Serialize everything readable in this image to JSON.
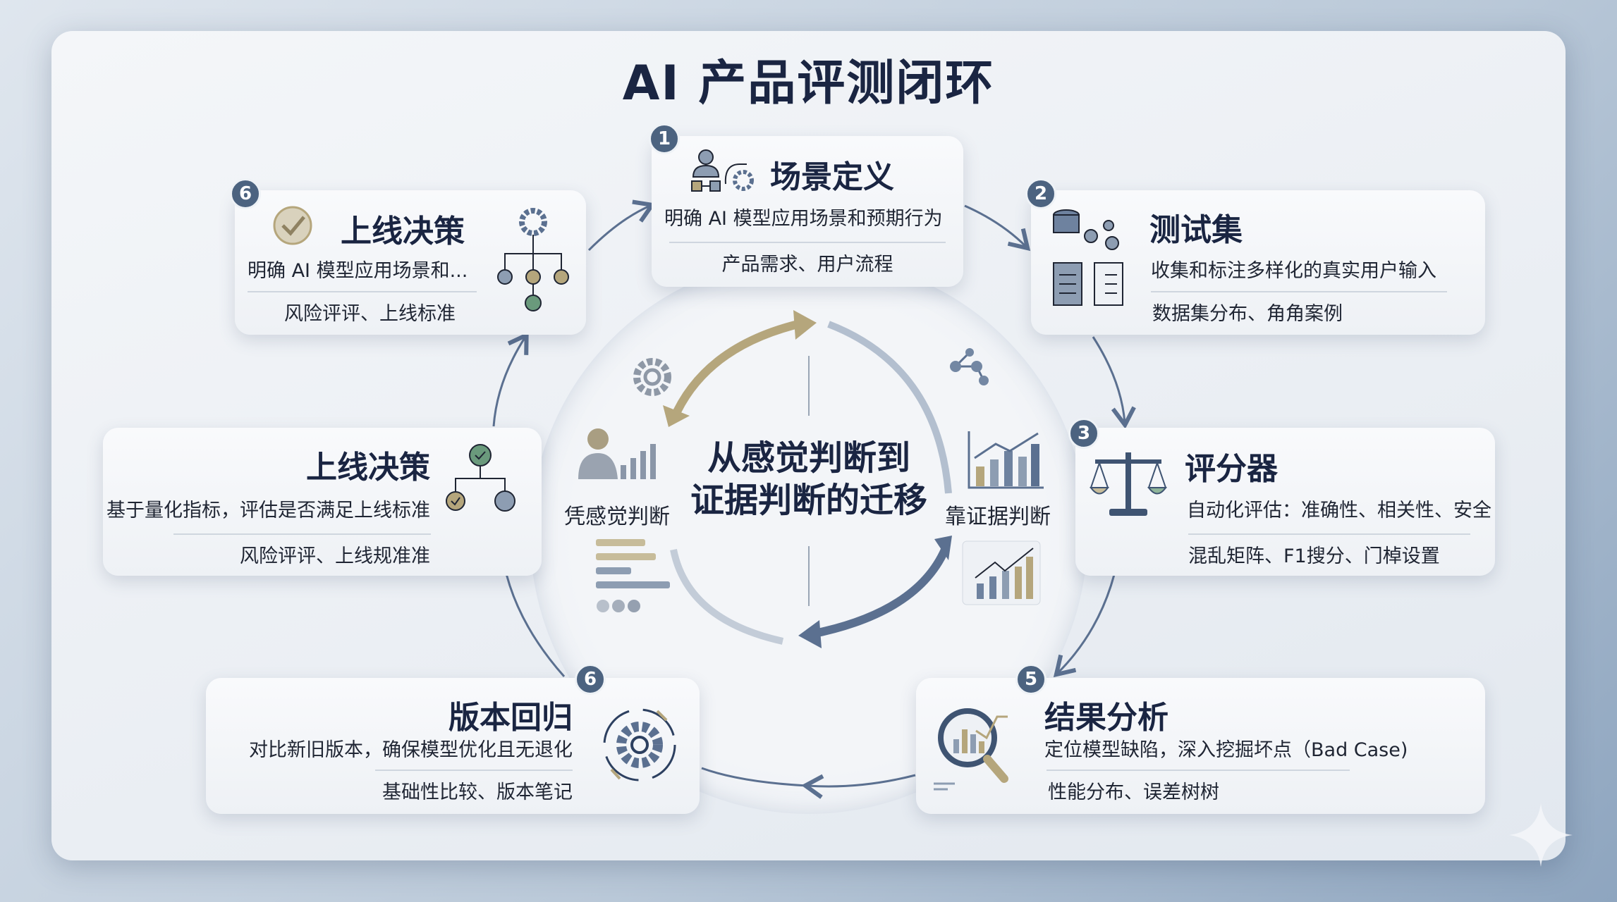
{
  "title": "AI 产品评测闭环",
  "center": {
    "line1": "从感觉判断到",
    "line2": "证据判断的迁移",
    "left_label": "凭感觉判断",
    "right_label": "靠证据判断"
  },
  "cards": [
    {
      "badge": "1",
      "title": "场景定义",
      "desc": "明确 AI 模型应用场景和预期行为",
      "sub": "产品需求、用户流程"
    },
    {
      "badge": "2",
      "title": "测试集",
      "desc": "收集和标注多样化的真实用户输入",
      "sub": "数据集分布、角角案例"
    },
    {
      "badge": "3",
      "title": "评分器",
      "desc": "自动化评估：准确性、相关性、安全",
      "sub": "混乱矩阵、F1搜分、门棹设置"
    },
    {
      "badge": "5",
      "title": "结果分析",
      "desc": "定位模型缺陷，深入挖掘坏点（Bad Case)",
      "sub": "性能分布、误差树树"
    },
    {
      "badge": "6",
      "title": "版本回归",
      "desc": "对比新旧版本，确保模型优化且无退化",
      "sub": "基础性比较、版本笔记"
    },
    {
      "badge": "",
      "title": "上线决策",
      "desc": "基于量化指标，评估是否满足上线标准",
      "sub": "风险评评、上线规准准"
    },
    {
      "badge": "6",
      "title": "上线决策",
      "desc": "明确 AI 模型应用场景和...",
      "sub": "风险评评、上线标准"
    }
  ],
  "colors": {
    "navy": "#1a2542",
    "slate": "#4c6380",
    "gold": "#b5a67c",
    "green": "#6a9a7c"
  }
}
